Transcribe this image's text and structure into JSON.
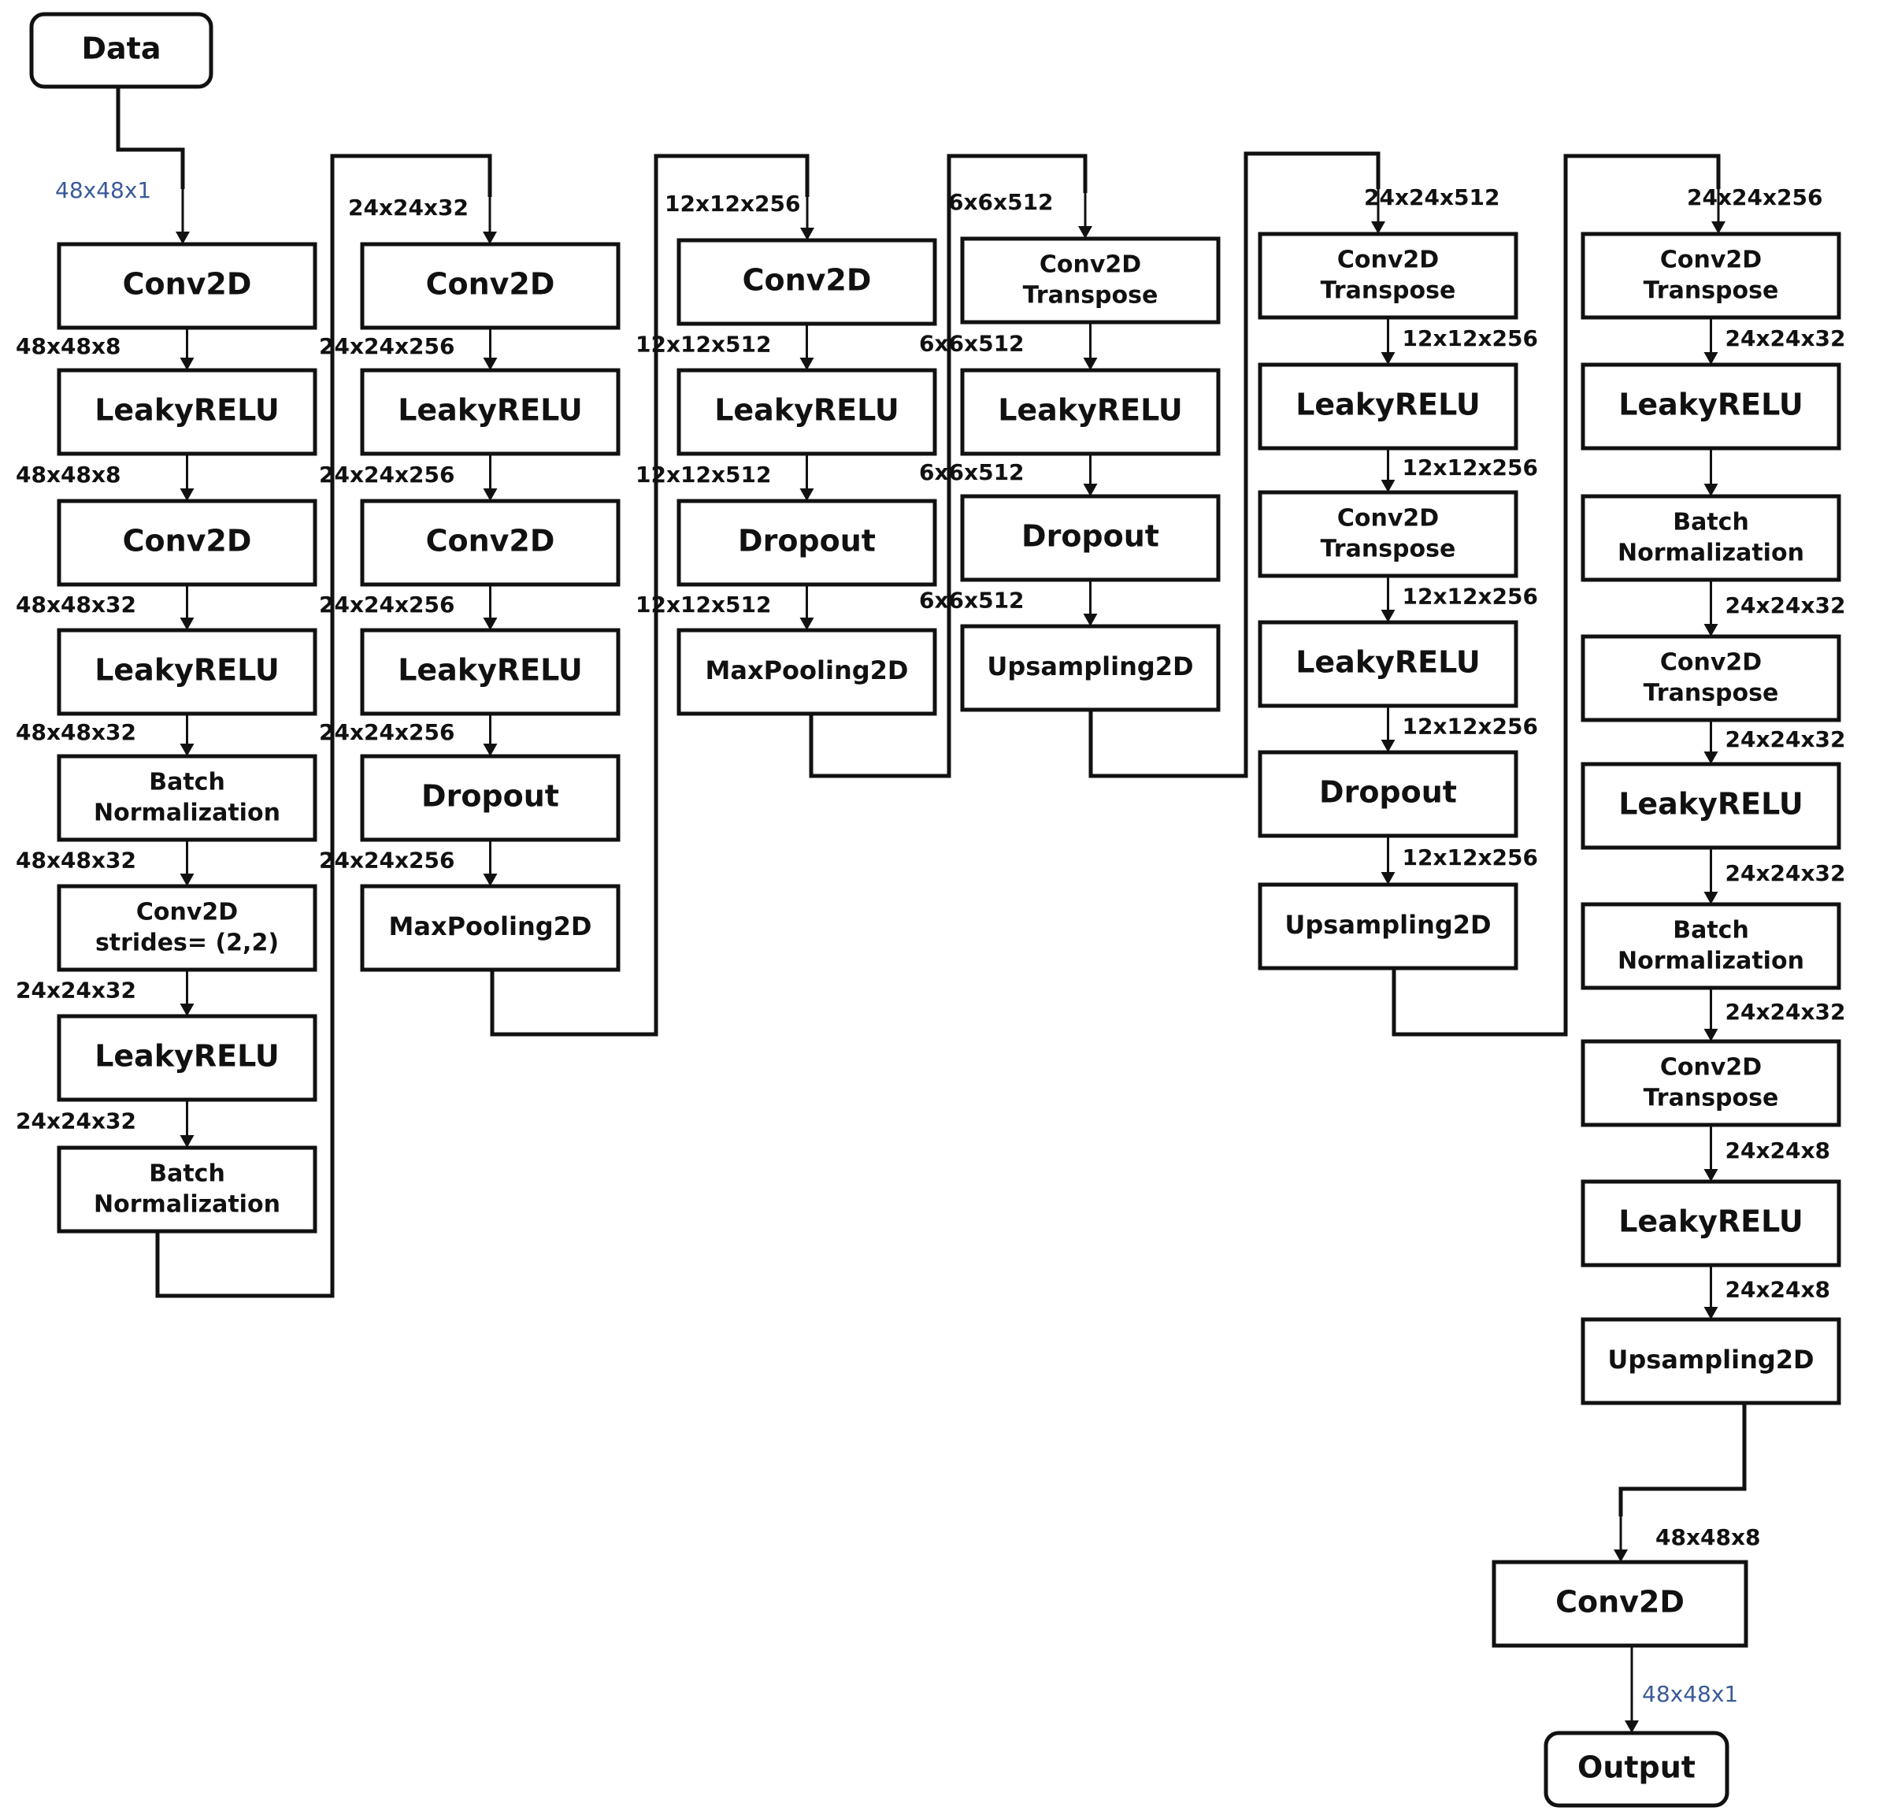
{
  "io": {
    "input": "Data",
    "output": "Output"
  },
  "columns": [
    {
      "layers": [
        "Conv2D",
        "LeakyRELU",
        "Conv2D",
        "LeakyRELU",
        "Batch\nNormalization",
        "Conv2D\nstrides= (2,2)",
        "LeakyRELU",
        "Batch\nNormalization"
      ],
      "shapes": [
        "48x48x1",
        "48x48x8",
        "48x48x8",
        "48x48x32",
        "48x48x32",
        "48x48x32",
        "24x24x32",
        "24x24x32"
      ]
    },
    {
      "layers": [
        "Conv2D",
        "LeakyRELU",
        "Conv2D",
        "LeakyRELU",
        "Dropout",
        "MaxPooling2D"
      ],
      "shapes": [
        "24x24x32",
        "24x24x256",
        "24x24x256",
        "24x24x256",
        "24x24x256",
        "24x24x256"
      ]
    },
    {
      "layers": [
        "Conv2D",
        "LeakyRELU",
        "Dropout",
        "MaxPooling2D"
      ],
      "shapes": [
        "12x12x256",
        "12x12x512",
        "12x12x512",
        "12x12x512"
      ]
    },
    {
      "layers": [
        "Conv2D\nTranspose",
        "LeakyRELU",
        "Dropout",
        "Upsampling2D"
      ],
      "shapes": [
        "6x6x512",
        "6x6x512",
        "6x6x512",
        "6x6x512"
      ]
    },
    {
      "layers": [
        "Conv2D\nTranspose",
        "LeakyRELU",
        "Conv2D\nTranspose",
        "LeakyRELU",
        "Dropout",
        "Upsampling2D"
      ],
      "shapes": [
        "24x24x512",
        "12x12x256",
        "12x12x256",
        "12x12x256",
        "12x12x256",
        "12x12x256"
      ]
    },
    {
      "layers": [
        "Conv2D\nTranspose",
        "LeakyRELU",
        "Batch\nNormalization",
        "Conv2D\nTranspose",
        "LeakyRELU",
        "Batch\nNormalization",
        "Conv2D\nTranspose",
        "LeakyRELU",
        "Upsampling2D"
      ],
      "shapes": [
        "24x24x256",
        "24x24x32",
        "",
        "24x24x32",
        "24x24x32",
        "24x24x32",
        "24x24x32",
        "24x24x8",
        "24x24x8"
      ]
    }
  ],
  "final": {
    "layer": "Conv2D",
    "shape_in": "48x48x8",
    "shape_out": "48x48x1"
  },
  "colors": {
    "line": "#111111",
    "blue_label": "#3a5a98"
  }
}
